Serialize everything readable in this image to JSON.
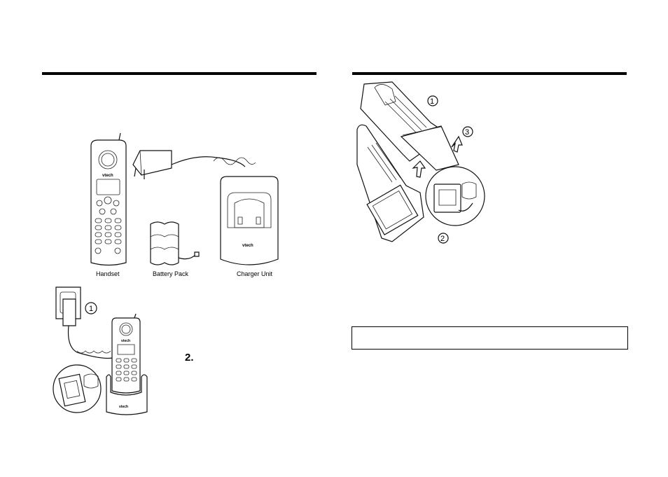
{
  "captions": {
    "handset": "Handset",
    "battery_pack": "Battery Pack",
    "charger_unit": "Charger Unit"
  },
  "step_label": "2.",
  "callouts": {
    "left_step": "1",
    "right_one": "1",
    "right_two": "2",
    "right_three": "3"
  },
  "brand": "vtech",
  "note_text": ""
}
